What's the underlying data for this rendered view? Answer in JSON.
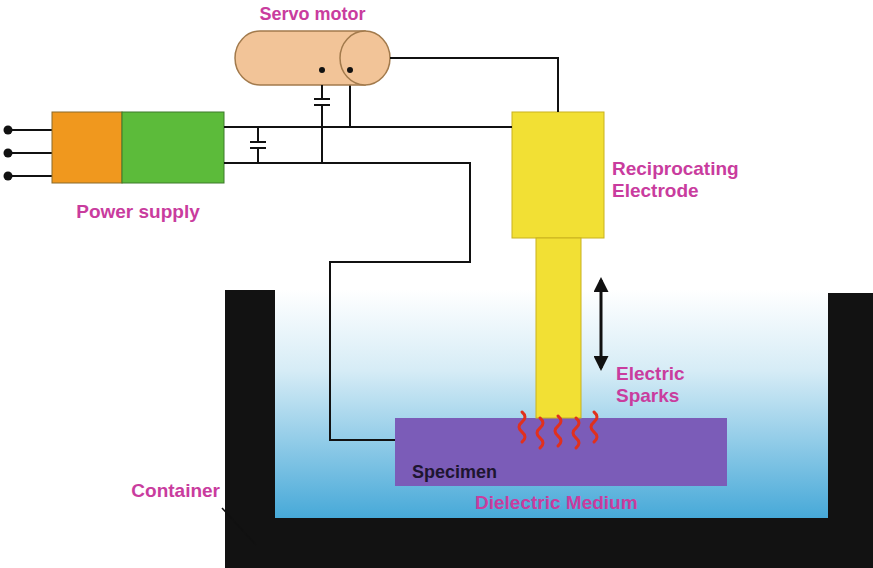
{
  "diagram": {
    "nodes": [
      {
        "text": [
          "Power supply"
        ]
      },
      {
        "text": [
          "Servo motor"
        ]
      },
      {
        "text": [
          "Reciprocating Electrode"
        ]
      },
      {
        "text": [
          "Dielectric Medium"
        ]
      },
      {
        "text": [
          "Specimen"
        ],
        "in": 3
      }
    ],
    "edges": [
      {
        "from": 0,
        "to": 2,
        "arrow": "none"
      },
      {
        "from": 0,
        "to": 1,
        "arrow": "none"
      },
      {
        "from": 1,
        "to": 2,
        "arrow": "none"
      },
      {
        "from": 0,
        "to": 4,
        "arrow": "none"
      }
    ],
    "labels": [
      "Electric Sparks",
      "Container"
    ]
  }
}
